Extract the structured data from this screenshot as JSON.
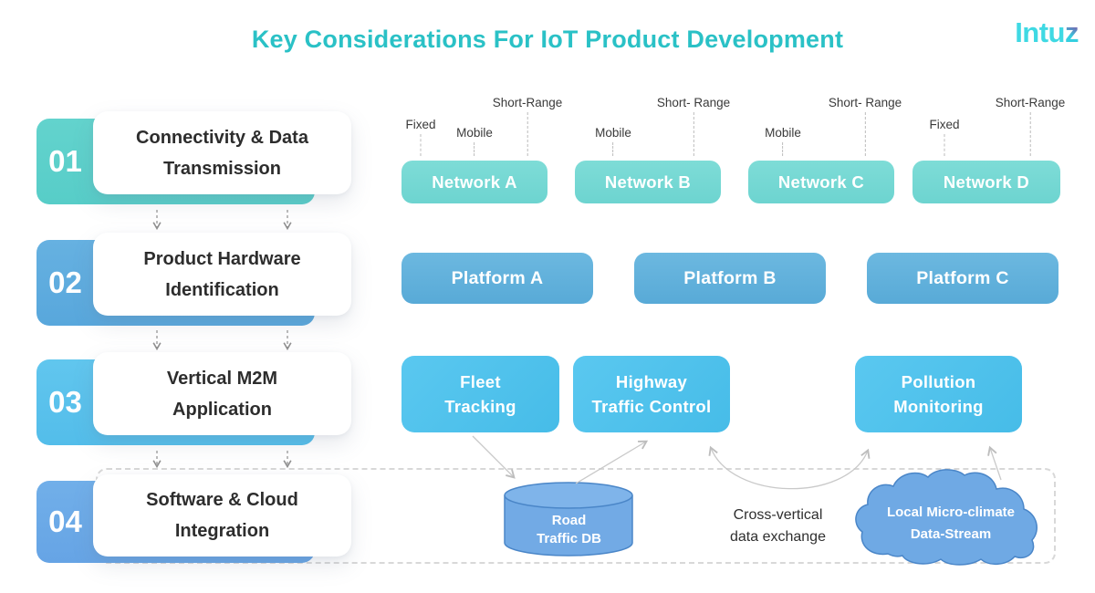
{
  "title": "Key Considerations For IoT Product Development",
  "logo": {
    "prefix": "Intu",
    "suffix": "z"
  },
  "steps": [
    {
      "number": "01",
      "line1": "Connectivity & Data",
      "line2": "Transmission"
    },
    {
      "number": "02",
      "line1": "Product Hardware",
      "line2": "Identification"
    },
    {
      "number": "03",
      "line1": "Vertical M2M",
      "line2": "Application"
    },
    {
      "number": "04",
      "line1": "Software & Cloud",
      "line2": "Integration"
    }
  ],
  "networks": [
    {
      "label": "Network A",
      "tags": [
        "Fixed",
        "Mobile",
        "Short-Range"
      ]
    },
    {
      "label": "Network B",
      "tags": [
        "Mobile",
        "Short- Range"
      ]
    },
    {
      "label": "Network C",
      "tags": [
        "Mobile",
        "Short- Range"
      ]
    },
    {
      "label": "Network D",
      "tags": [
        "Fixed",
        "Short-Range"
      ]
    }
  ],
  "platforms": [
    {
      "label": "Platform A"
    },
    {
      "label": "Platform B"
    },
    {
      "label": "Platform C"
    }
  ],
  "applications": [
    {
      "line1": "Fleet",
      "line2": "Tracking"
    },
    {
      "line1": "Highway",
      "line2": "Traffic Control"
    },
    {
      "line1": "Pollution",
      "line2": "Monitoring"
    }
  ],
  "bottom": {
    "database": {
      "line1": "Road",
      "line2": "Traffic DB"
    },
    "exchange": {
      "line1": "Cross-vertical",
      "line2": "data exchange"
    },
    "cloud": {
      "line1": "Local Micro-climate",
      "line2": "Data-Stream"
    }
  },
  "colors": {
    "title_teal": "#2ac1c6",
    "logo_cyan": "#3fd9e3",
    "logo_purple": "#8b3d9e",
    "step_01": "#5ed0cb",
    "step_02": "#60ade0",
    "step_03": "#5cc2ec",
    "step_04": "#6caae8",
    "network_teal": "#74d8d3",
    "platform_blue": "#60aeda",
    "application_blue": "#50c1ec",
    "storage_fill": "#6fa9e4",
    "storage_stroke": "#4a86c8"
  }
}
